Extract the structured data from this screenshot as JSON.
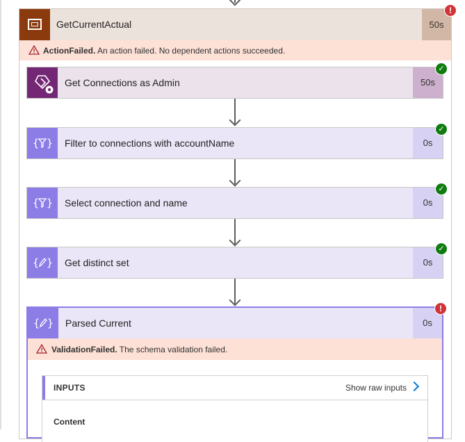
{
  "scope": {
    "title": "GetCurrentActual",
    "duration": "50s",
    "status": "error",
    "error_code": "ActionFailed.",
    "error_message": " An action failed. No dependent actions succeeded."
  },
  "actions": [
    {
      "title": "Get Connections as Admin",
      "duration": "50s",
      "status": "success",
      "icon": "powerapps-admin-icon"
    },
    {
      "title": "Filter to connections with accountName",
      "duration": "0s",
      "status": "success",
      "icon": "filter-array-icon"
    },
    {
      "title": "Select connection and name",
      "duration": "0s",
      "status": "success",
      "icon": "filter-array-icon"
    },
    {
      "title": "Get distinct set",
      "duration": "0s",
      "status": "success",
      "icon": "compose-icon"
    }
  ],
  "parsed": {
    "title": "Parsed Current",
    "duration": "0s",
    "status": "error",
    "error_code": "ValidationFailed.",
    "error_message": " The schema validation failed.",
    "inputs_label": "INPUTS",
    "show_raw_label": "Show raw inputs",
    "content_label": "Content"
  },
  "colors": {
    "scope_icon_bg": "#8b3a0e",
    "action_icon_bg": "#8c7ce6",
    "admin_icon_bg": "#742774",
    "success": "#107c10",
    "error": "#d13438",
    "warning_banner": "#fde0d6"
  }
}
